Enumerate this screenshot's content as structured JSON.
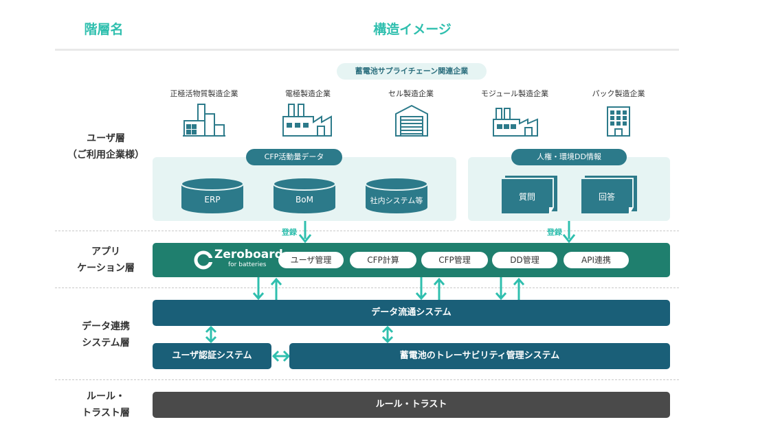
{
  "header": {
    "col1": "階層名",
    "col2": "構造イメージ"
  },
  "layers": {
    "user": [
      "ユーザ層",
      "（ご利用企業様）"
    ],
    "app": [
      "アプリ",
      "ケーション層"
    ],
    "data": [
      "データ連携",
      "システム層"
    ],
    "rule": [
      "ルール・",
      "トラスト層"
    ]
  },
  "supply_chain_label": "蓄電池サプライチェーン関連企業",
  "companies": [
    "正極活物質製造企業",
    "電極製造企業",
    "セル製造企業",
    "モジュール製造企業",
    "パック製造企業"
  ],
  "cfp_panel": {
    "title": "CFP活動量データ",
    "dbs": [
      "ERP",
      "BoM",
      "社内システム等"
    ]
  },
  "dd_panel": {
    "title": "人権・環境DD情報",
    "docs": [
      "質問",
      "回答"
    ]
  },
  "register_label": "登録",
  "zeroboard": {
    "brand": "Zeroboard",
    "sub": "for batteries",
    "modules": [
      "ユーザ管理",
      "CFP計算",
      "CFP管理",
      "DD管理",
      "API連携"
    ]
  },
  "data_flow_system": "データ流通システム",
  "user_auth_system": "ユーザ認証システム",
  "traceability_system": "蓄電池のトレーサビリティ管理システム",
  "rule_trust": "ルール・トラスト",
  "colors": {
    "accent": "#2fbfae",
    "teal_dark": "#1a5f78",
    "green": "#1f7f6e",
    "gray_dark": "#4a4a4a",
    "panel": "#e6f4f3"
  }
}
